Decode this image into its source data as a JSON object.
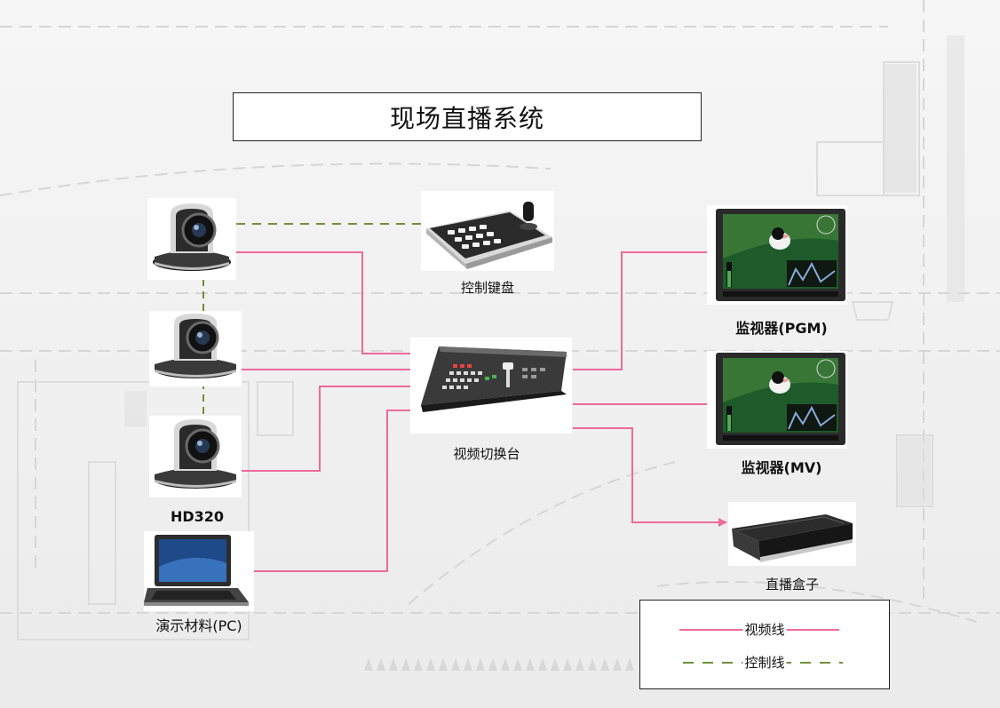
{
  "title": "现场直播系统",
  "colors": {
    "video_line": "#ee6a9a",
    "control_line": "#6f8f3a"
  },
  "devices": {
    "camera_label": "HD320",
    "keyboard_label": "控制键盘",
    "switcher_label": "视频切换台",
    "pc_label": "演示材料(PC)",
    "monitor_pgm_label": "监视器(PGM)",
    "monitor_mv_label": "监视器(MV)",
    "streaming_box_label": "直播盒子"
  },
  "legend": {
    "video_line": "视频线",
    "control_line": "控制线"
  }
}
